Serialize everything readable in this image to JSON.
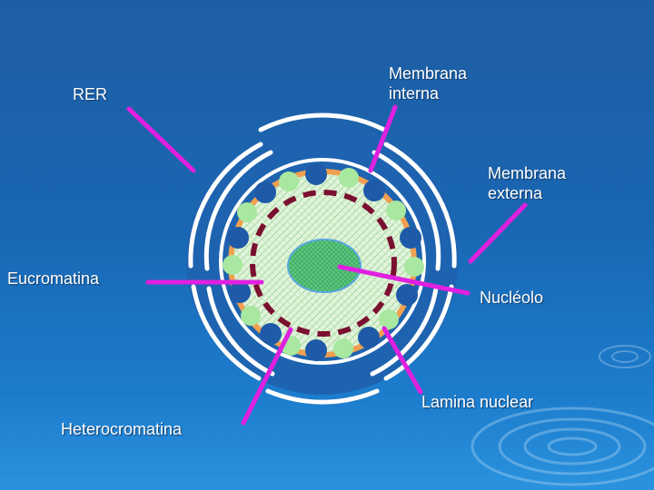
{
  "labels": {
    "rer": "RER",
    "membrana_interna": "Membrana\ninterna",
    "membrana_externa": "Membrana\nexterna",
    "eucromatina": "Eucromatina",
    "nucleolo": "Nucléolo",
    "lamina_nuclear": "Lamina nuclear",
    "heterocromatina": "Heterocromatina"
  },
  "colors": {
    "background": "#1a66b2",
    "pointer": "#e020e0",
    "outer_ring": "#1e63b0",
    "membrane_white": "#ffffff",
    "orange_ring": "#f0a050",
    "nucleoplasm": "#d8f0d0",
    "nucleolus_fill": "#5ac878",
    "nucleolus_border": "#5aa6e0",
    "heterochromatin_blue": "#1e5aa8",
    "chromatin_green": "#a8e8a0",
    "lamina_dash": "#7a1030"
  },
  "icons": {
    "pointer": "arrow-pointer",
    "nucleus": "cell-nucleus",
    "nucleolus": "nucleolus",
    "ripples": "water-ripples"
  }
}
